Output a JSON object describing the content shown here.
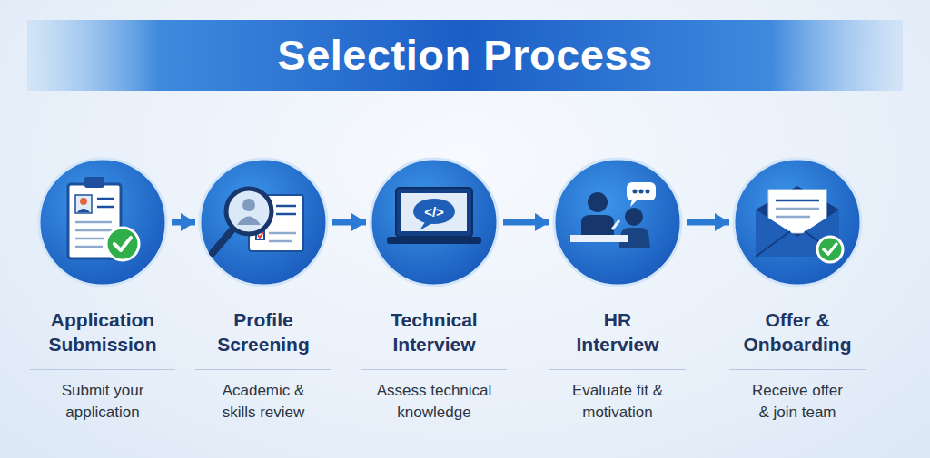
{
  "diagram": {
    "title": "Selection Process",
    "nodes": [
      {
        "text": [
          "Application Submission",
          "Submit your application"
        ]
      },
      {
        "text": [
          "Profile Screening",
          "Academic & skills review"
        ]
      },
      {
        "text": [
          "Technical Interview",
          "Assess technical knowledge"
        ]
      },
      {
        "text": [
          "HR Interview",
          "Evaluate fit & motivation"
        ]
      },
      {
        "text": [
          "Offer & Onboarding",
          "Receive offer & join team"
        ]
      }
    ],
    "edges": [
      {
        "from": 0,
        "to": 1,
        "arrow": "to"
      },
      {
        "from": 1,
        "to": 2,
        "arrow": "to"
      },
      {
        "from": 2,
        "to": 3,
        "arrow": "to"
      },
      {
        "from": 3,
        "to": 4,
        "arrow": "to"
      }
    ],
    "labels": [
      "</>"
    ]
  }
}
